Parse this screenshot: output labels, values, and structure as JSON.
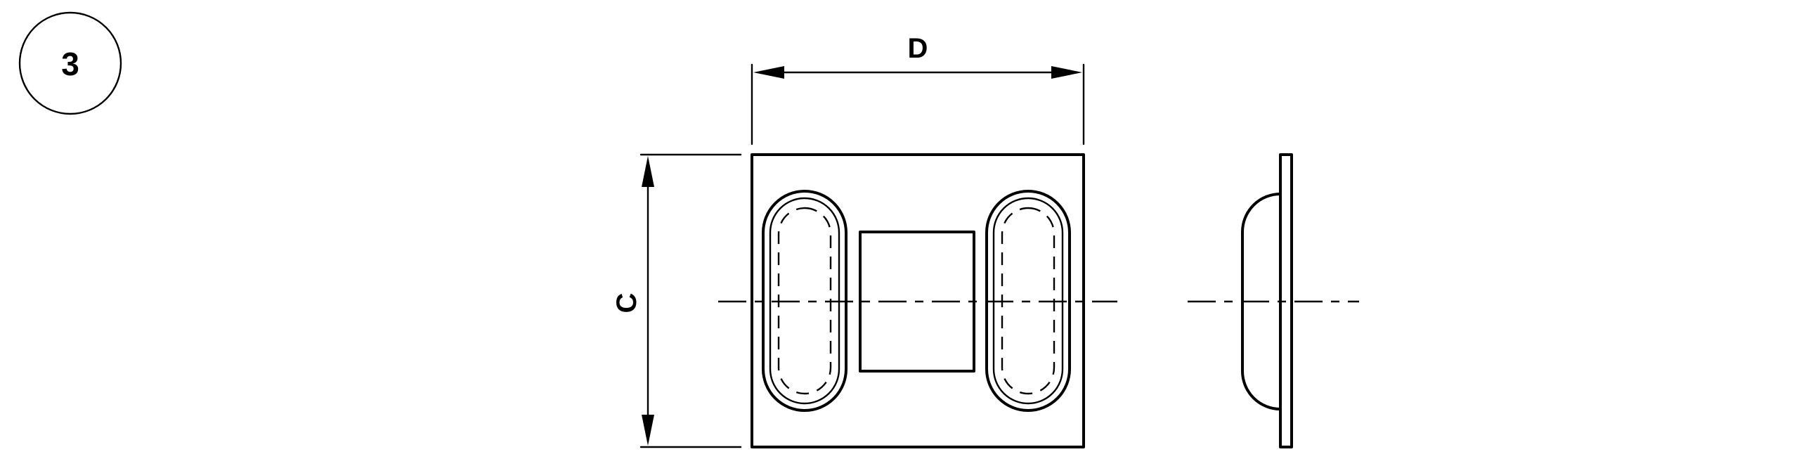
{
  "figure": {
    "number": "3",
    "dimension_width_label": "D",
    "dimension_height_label": "C"
  }
}
